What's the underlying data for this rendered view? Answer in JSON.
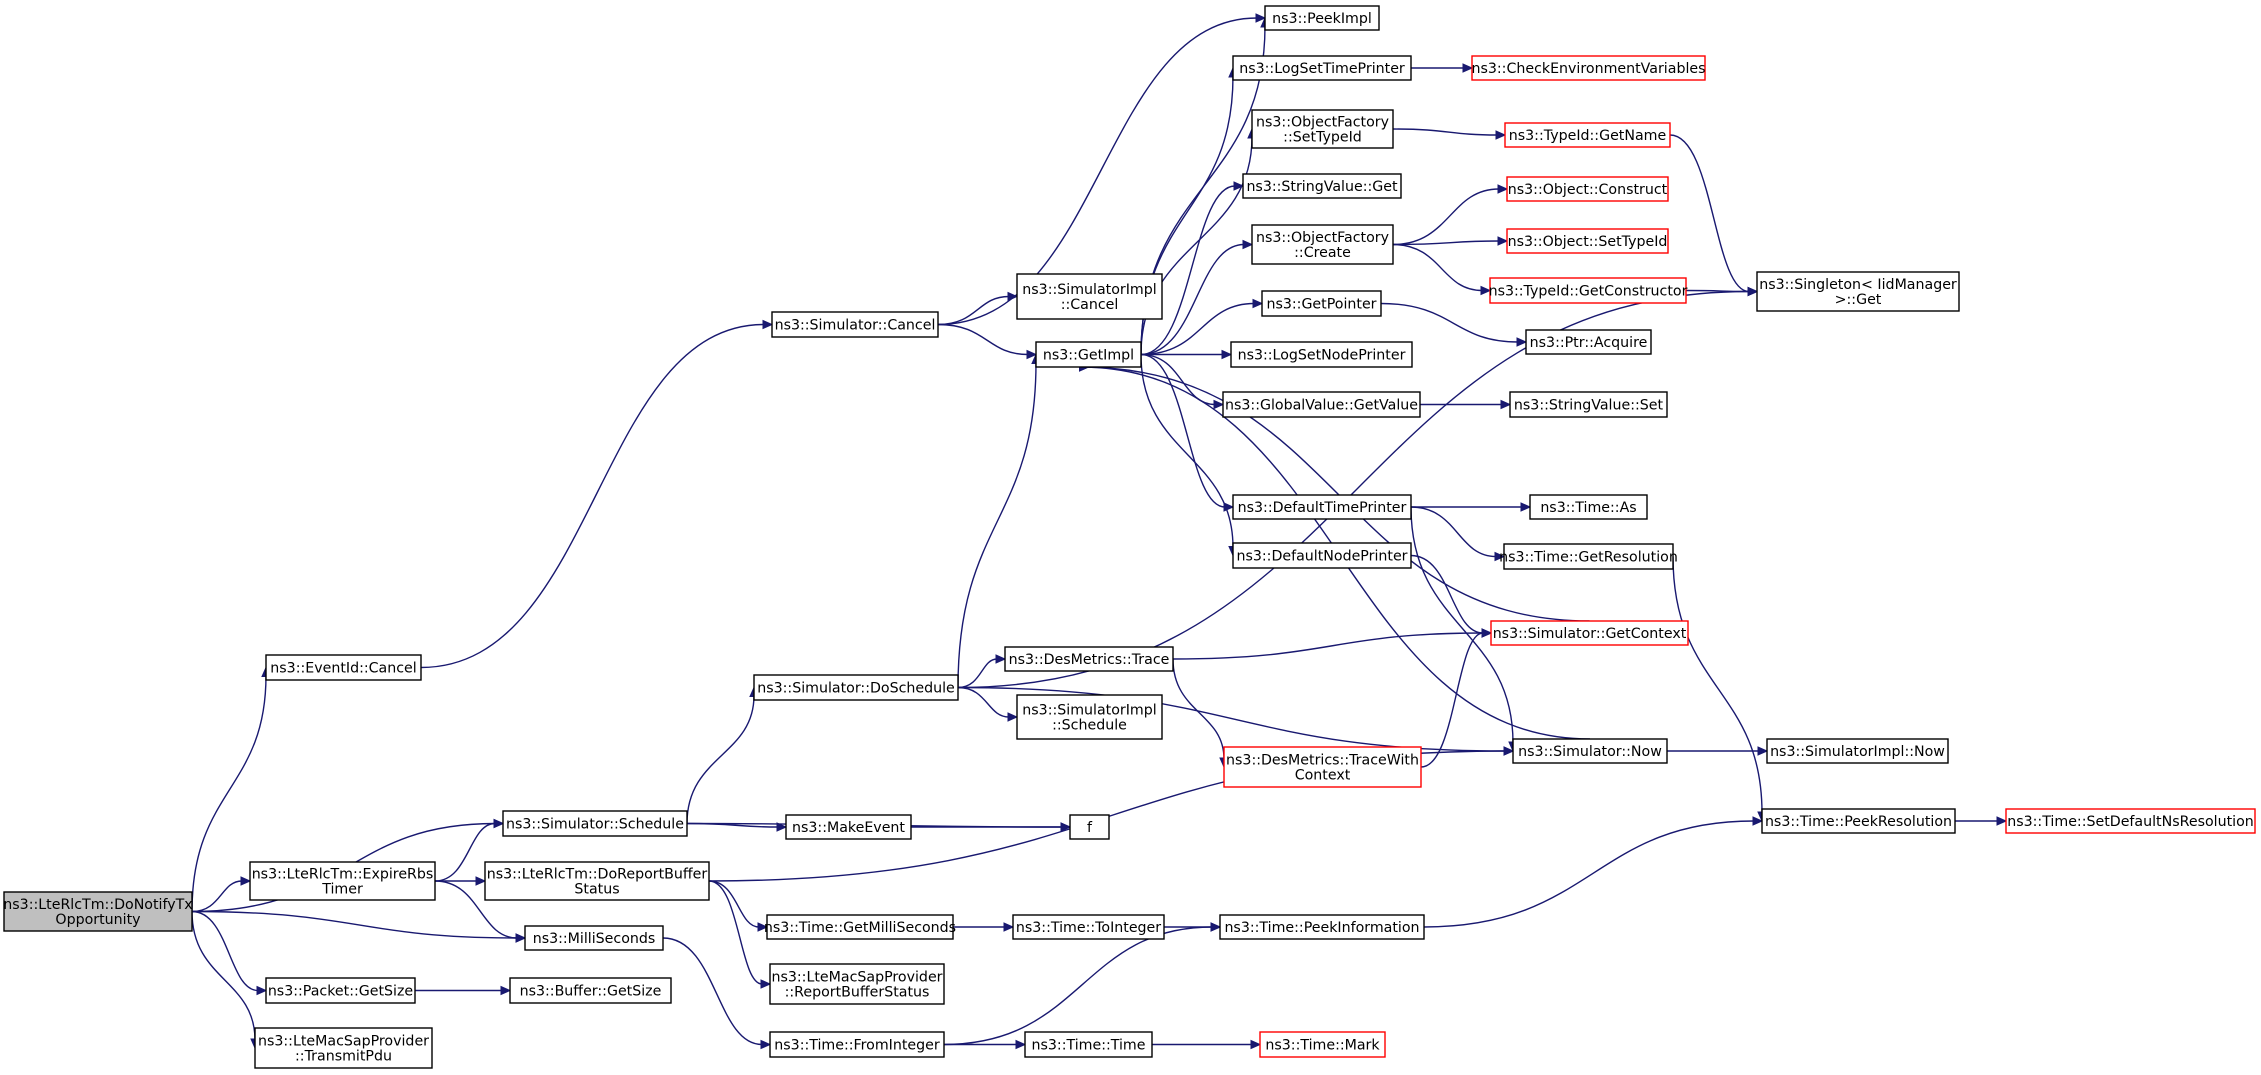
{
  "diagram": {
    "type": "call-graph",
    "nodes": [
      {
        "id": "root",
        "lines": [
          "ns3::LteRlcTm::DoNotifyTx",
          "Opportunity"
        ],
        "style": "root"
      },
      {
        "id": "eventid_cancel",
        "lines": [
          "ns3::EventId::Cancel"
        ]
      },
      {
        "id": "sim_schedule",
        "lines": [
          "ns3::Simulator::Schedule"
        ]
      },
      {
        "id": "expire_rbs",
        "lines": [
          "ns3::LteRlcTm::ExpireRbs",
          "Timer"
        ]
      },
      {
        "id": "milliseconds",
        "lines": [
          "ns3::MilliSeconds"
        ]
      },
      {
        "id": "packet_getsize",
        "lines": [
          "ns3::Packet::GetSize"
        ]
      },
      {
        "id": "transmit_pdu",
        "lines": [
          "ns3::LteMacSapProvider",
          "::TransmitPdu"
        ]
      },
      {
        "id": "sim_cancel",
        "lines": [
          "ns3::Simulator::Cancel"
        ]
      },
      {
        "id": "sim_doschedule",
        "lines": [
          "ns3::Simulator::DoSchedule"
        ]
      },
      {
        "id": "makeevent",
        "lines": [
          "ns3::MakeEvent"
        ]
      },
      {
        "id": "f",
        "lines": [
          "f"
        ]
      },
      {
        "id": "do_report",
        "lines": [
          "ns3::LteRlcTm::DoReportBuffer",
          "Status"
        ]
      },
      {
        "id": "time_getms",
        "lines": [
          "ns3::Time::GetMilliSeconds"
        ]
      },
      {
        "id": "report_status",
        "lines": [
          "ns3::LteMacSapProvider",
          "::ReportBufferStatus"
        ]
      },
      {
        "id": "time_fromint",
        "lines": [
          "ns3::Time::FromInteger"
        ]
      },
      {
        "id": "buffer_getsize",
        "lines": [
          "ns3::Buffer::GetSize"
        ]
      },
      {
        "id": "simimpl_cancel",
        "lines": [
          "ns3::SimulatorImpl",
          "::Cancel"
        ]
      },
      {
        "id": "getimpl",
        "lines": [
          "ns3::GetImpl"
        ]
      },
      {
        "id": "desmetrics_trace",
        "lines": [
          "ns3::DesMetrics::Trace"
        ]
      },
      {
        "id": "simimpl_schedule",
        "lines": [
          "ns3::SimulatorImpl",
          "::Schedule"
        ]
      },
      {
        "id": "time_tointeger",
        "lines": [
          "ns3::Time::ToInteger"
        ]
      },
      {
        "id": "time_time",
        "lines": [
          "ns3::Time::Time"
        ]
      },
      {
        "id": "peekimpl",
        "lines": [
          "ns3::PeekImpl"
        ]
      },
      {
        "id": "logsettimeprinter",
        "lines": [
          "ns3::LogSetTimePrinter"
        ]
      },
      {
        "id": "of_settypeid",
        "lines": [
          "ns3::ObjectFactory",
          "::SetTypeId"
        ]
      },
      {
        "id": "stringvalue_get",
        "lines": [
          "ns3::StringValue::Get"
        ]
      },
      {
        "id": "of_create",
        "lines": [
          "ns3::ObjectFactory",
          "::Create"
        ]
      },
      {
        "id": "getpointer",
        "lines": [
          "ns3::GetPointer"
        ]
      },
      {
        "id": "logsetnodeprinter",
        "lines": [
          "ns3::LogSetNodePrinter"
        ]
      },
      {
        "id": "gv_getvalue",
        "lines": [
          "ns3::GlobalValue::GetValue"
        ]
      },
      {
        "id": "defaulttimeprinter",
        "lines": [
          "ns3::DefaultTimePrinter"
        ]
      },
      {
        "id": "defaultnodeprinter",
        "lines": [
          "ns3::DefaultNodePrinter"
        ]
      },
      {
        "id": "tracewithcontext",
        "lines": [
          "ns3::DesMetrics::TraceWith",
          "Context"
        ],
        "style": "red"
      },
      {
        "id": "peekinformation",
        "lines": [
          "ns3::Time::PeekInformation"
        ]
      },
      {
        "id": "time_mark",
        "lines": [
          "ns3::Time::Mark"
        ],
        "style": "red"
      },
      {
        "id": "checkenv",
        "lines": [
          "ns3::CheckEnvironmentVariables"
        ],
        "style": "red"
      },
      {
        "id": "typeid_getname",
        "lines": [
          "ns3::TypeId::GetName"
        ],
        "style": "red"
      },
      {
        "id": "object_construct",
        "lines": [
          "ns3::Object::Construct"
        ],
        "style": "red"
      },
      {
        "id": "object_settypeid",
        "lines": [
          "ns3::Object::SetTypeId"
        ],
        "style": "red"
      },
      {
        "id": "typeid_getconstructor",
        "lines": [
          "ns3::TypeId::GetConstructor"
        ],
        "style": "red"
      },
      {
        "id": "ptr_acquire",
        "lines": [
          "ns3::Ptr::Acquire"
        ]
      },
      {
        "id": "stringvalue_set",
        "lines": [
          "ns3::StringValue::Set"
        ]
      },
      {
        "id": "time_as",
        "lines": [
          "ns3::Time::As"
        ]
      },
      {
        "id": "time_getres",
        "lines": [
          "ns3::Time::GetResolution"
        ]
      },
      {
        "id": "sim_getcontext",
        "lines": [
          "ns3::Simulator::GetContext"
        ],
        "style": "red"
      },
      {
        "id": "sim_now",
        "lines": [
          "ns3::Simulator::Now"
        ]
      },
      {
        "id": "time_peekres",
        "lines": [
          "ns3::Time::PeekResolution"
        ]
      },
      {
        "id": "singleton_get",
        "lines": [
          "ns3::Singleton< IidManager",
          " >::Get"
        ]
      },
      {
        "id": "simimpl_now",
        "lines": [
          "ns3::SimulatorImpl::Now"
        ]
      },
      {
        "id": "time_setdefaultns",
        "lines": [
          "ns3::Time::SetDefaultNsResolution"
        ],
        "style": "red"
      }
    ],
    "edges": [
      [
        "root",
        "eventid_cancel"
      ],
      [
        "root",
        "sim_schedule"
      ],
      [
        "root",
        "expire_rbs"
      ],
      [
        "root",
        "milliseconds"
      ],
      [
        "root",
        "packet_getsize"
      ],
      [
        "root",
        "transmit_pdu"
      ],
      [
        "eventid_cancel",
        "sim_cancel"
      ],
      [
        "sim_schedule",
        "sim_doschedule"
      ],
      [
        "sim_schedule",
        "makeevent"
      ],
      [
        "sim_schedule",
        "f"
      ],
      [
        "expire_rbs",
        "sim_schedule"
      ],
      [
        "expire_rbs",
        "do_report"
      ],
      [
        "expire_rbs",
        "milliseconds"
      ],
      [
        "milliseconds",
        "time_fromint"
      ],
      [
        "packet_getsize",
        "buffer_getsize"
      ],
      [
        "sim_cancel",
        "simimpl_cancel"
      ],
      [
        "sim_cancel",
        "getimpl"
      ],
      [
        "sim_cancel",
        "peekimpl"
      ],
      [
        "sim_doschedule",
        "getimpl"
      ],
      [
        "sim_doschedule",
        "desmetrics_trace"
      ],
      [
        "sim_doschedule",
        "simimpl_schedule"
      ],
      [
        "sim_doschedule",
        "sim_now"
      ],
      [
        "sim_doschedule",
        "singleton_get"
      ],
      [
        "makeevent",
        "f"
      ],
      [
        "do_report",
        "time_getms"
      ],
      [
        "do_report",
        "report_status"
      ],
      [
        "do_report",
        "sim_now"
      ],
      [
        "time_getms",
        "time_tointeger"
      ],
      [
        "time_fromint",
        "time_time"
      ],
      [
        "time_fromint",
        "peekinformation"
      ],
      [
        "getimpl",
        "peekimpl"
      ],
      [
        "getimpl",
        "logsettimeprinter"
      ],
      [
        "getimpl",
        "of_settypeid"
      ],
      [
        "getimpl",
        "stringvalue_get"
      ],
      [
        "getimpl",
        "of_create"
      ],
      [
        "getimpl",
        "getpointer"
      ],
      [
        "getimpl",
        "logsetnodeprinter"
      ],
      [
        "getimpl",
        "gv_getvalue"
      ],
      [
        "getimpl",
        "defaulttimeprinter"
      ],
      [
        "getimpl",
        "defaultnodeprinter"
      ],
      [
        "desmetrics_trace",
        "sim_getcontext"
      ],
      [
        "desmetrics_trace",
        "tracewithcontext"
      ],
      [
        "time_tointeger",
        "peekinformation"
      ],
      [
        "time_time",
        "time_mark"
      ],
      [
        "logsettimeprinter",
        "checkenv"
      ],
      [
        "of_settypeid",
        "typeid_getname"
      ],
      [
        "of_create",
        "object_construct"
      ],
      [
        "of_create",
        "object_settypeid"
      ],
      [
        "of_create",
        "typeid_getconstructor"
      ],
      [
        "getpointer",
        "ptr_acquire"
      ],
      [
        "gv_getvalue",
        "stringvalue_set"
      ],
      [
        "defaulttimeprinter",
        "time_as"
      ],
      [
        "defaulttimeprinter",
        "time_getres"
      ],
      [
        "defaulttimeprinter",
        "sim_now"
      ],
      [
        "defaultnodeprinter",
        "sim_getcontext"
      ],
      [
        "tracewithcontext",
        "sim_getcontext"
      ],
      [
        "peekinformation",
        "time_peekres"
      ],
      [
        "typeid_getname",
        "singleton_get"
      ],
      [
        "typeid_getconstructor",
        "singleton_get"
      ],
      [
        "time_getres",
        "time_peekres"
      ],
      [
        "sim_getcontext",
        "getimpl"
      ],
      [
        "sim_now",
        "getimpl"
      ],
      [
        "sim_now",
        "simimpl_now"
      ],
      [
        "time_peekres",
        "time_setdefaultns"
      ]
    ]
  }
}
